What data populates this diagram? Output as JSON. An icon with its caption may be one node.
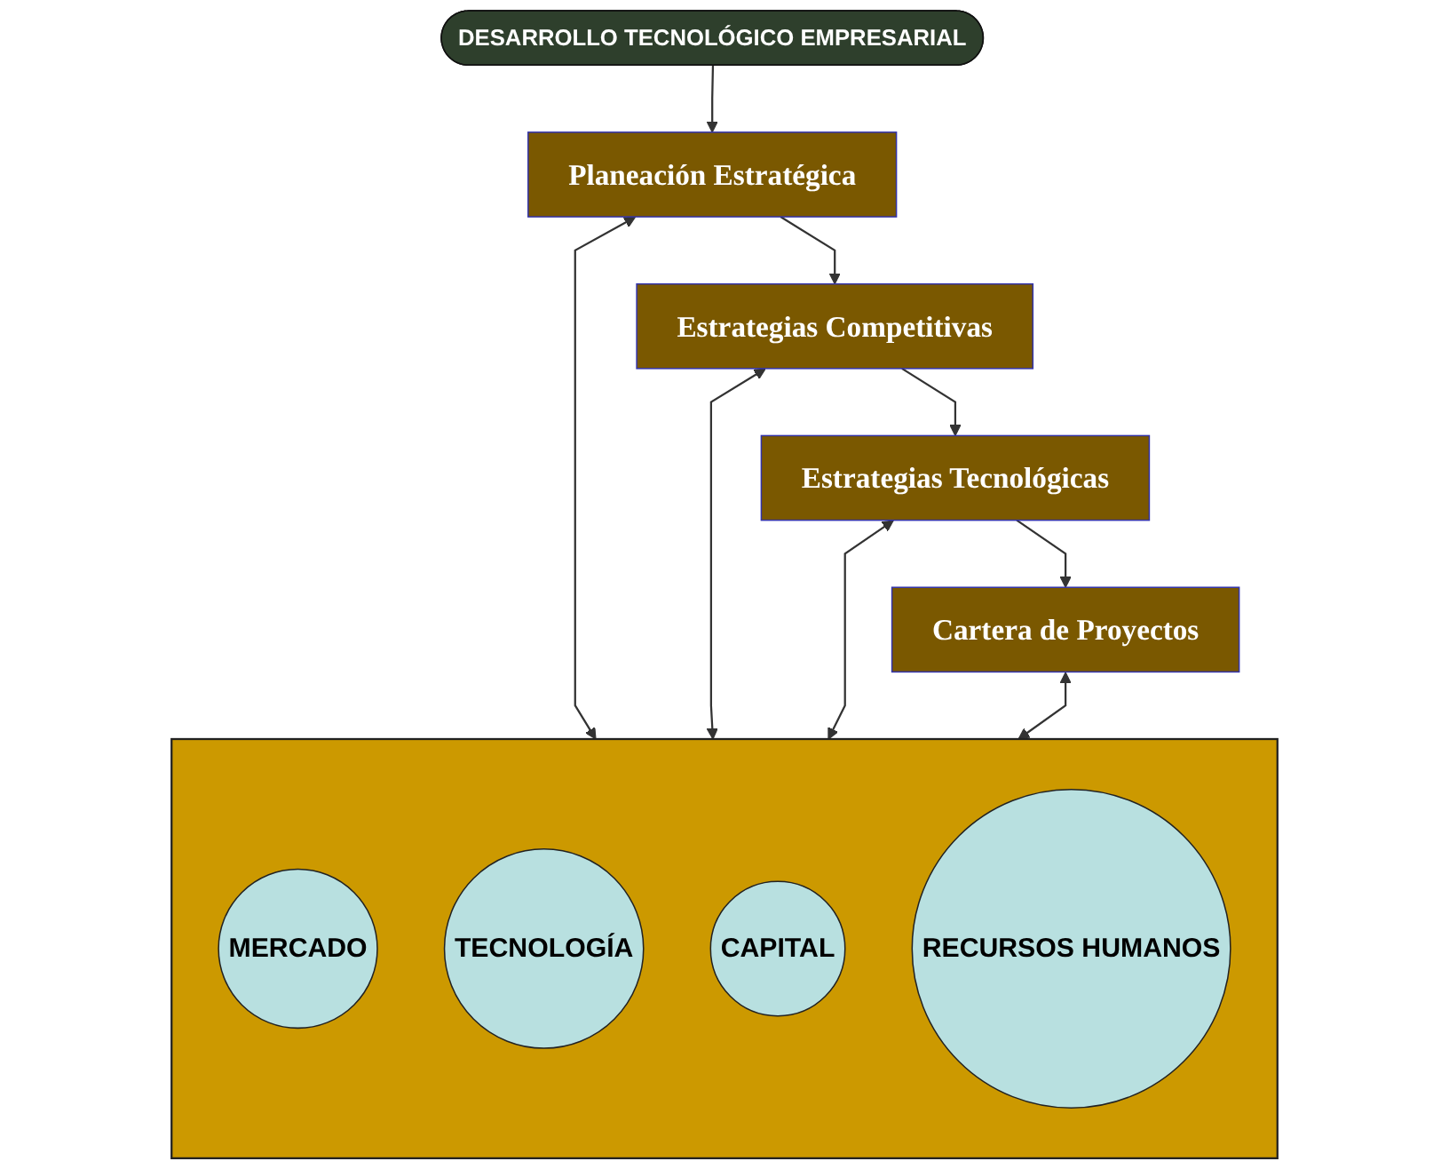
{
  "diagram": {
    "nodes": [
      {
        "text": [
          "DESARROLLO TECNOLÓGICO EMPRESARIAL"
        ]
      },
      {
        "text": [
          "Planeación Estratégica"
        ]
      },
      {
        "text": [
          "Estrategias Competitivas"
        ]
      },
      {
        "text": [
          "Estrategias Tecnológicas"
        ]
      },
      {
        "text": [
          "Cartera de Proyectos"
        ]
      },
      {
        "text": [],
        "shape": "box"
      },
      {
        "text": [
          "MERCADO"
        ],
        "in": 5
      },
      {
        "text": [
          "TECNOLOGÍA"
        ],
        "in": 5
      },
      {
        "text": [
          "CAPITAL"
        ],
        "in": 5
      },
      {
        "text": [
          "RECURSOS HUMANOS"
        ],
        "in": 5
      }
    ],
    "edges": [
      {
        "from": 0,
        "to": 1,
        "arrow": "to"
      },
      {
        "from": 1,
        "to": 2,
        "arrow": "to"
      },
      {
        "from": 2,
        "to": 3,
        "arrow": "to"
      },
      {
        "from": 3,
        "to": 4,
        "arrow": "to"
      },
      {
        "from": 1,
        "to": 5,
        "arrow": "both"
      },
      {
        "from": 2,
        "to": 5,
        "arrow": "both"
      },
      {
        "from": 3,
        "to": 5,
        "arrow": "both"
      },
      {
        "from": 4,
        "to": 5,
        "arrow": "both"
      }
    ]
  }
}
